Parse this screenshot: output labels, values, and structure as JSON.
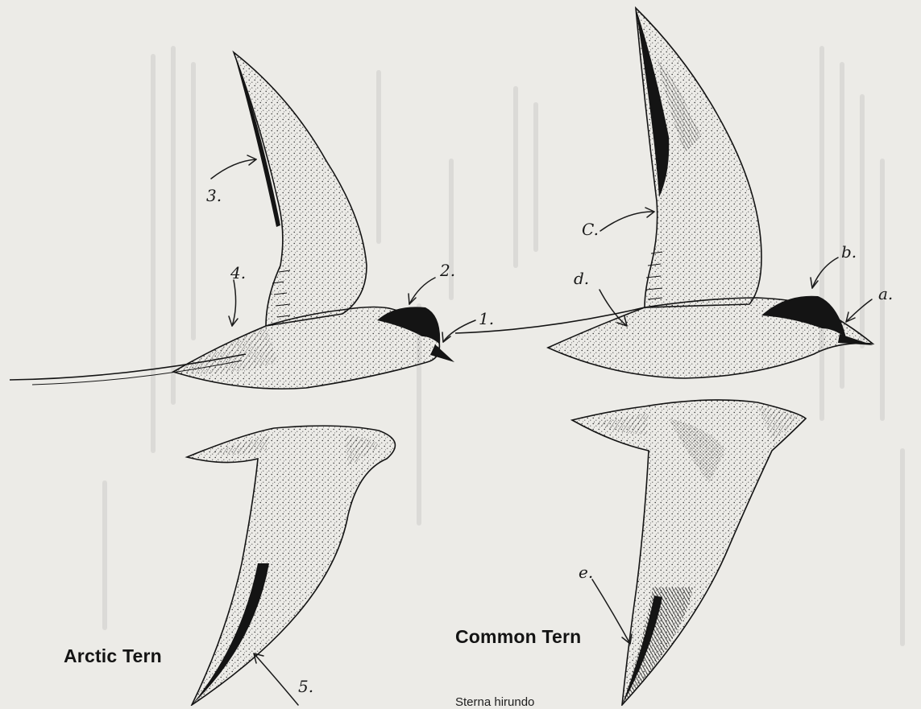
{
  "illustration": {
    "palette": {
      "paper": "#ecebe7",
      "ink": "#141414",
      "bleed_through": "#6f6f6f"
    },
    "birds": [
      {
        "id": "arctic",
        "name": "Arctic Tern",
        "scientific_name": "",
        "annotations": [
          "1.",
          "2.",
          "3.",
          "4.",
          "5."
        ]
      },
      {
        "id": "common",
        "name": "Common Tern",
        "scientific_name": "Sterna hirundo",
        "annotations": [
          "a.",
          "b.",
          "C.",
          "d.",
          "e."
        ]
      }
    ]
  }
}
